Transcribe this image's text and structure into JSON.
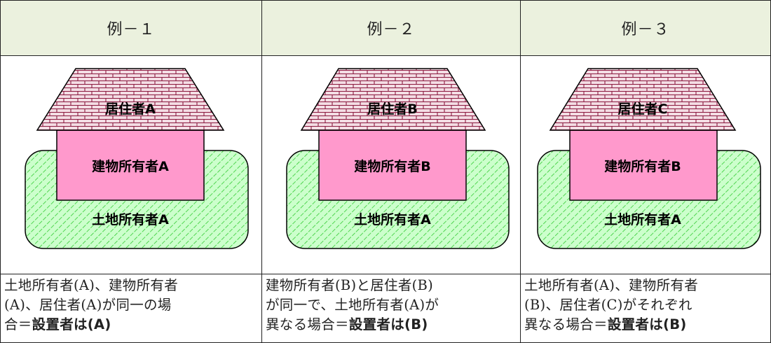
{
  "examples": [
    {
      "header": "例－１",
      "resident": "居住者A",
      "building_owner": "建物所有者A",
      "land_owner": "土地所有者A",
      "desc_line1": "土地所有者(A)、建物所有者",
      "desc_line2": "(A)、居住者(A)が同一の場",
      "desc_line3_plain": "合＝",
      "desc_line3_bold": "設置者は(A)"
    },
    {
      "header": "例－２",
      "resident": "居住者B",
      "building_owner": "建物所有者B",
      "land_owner": "土地所有者A",
      "desc_line1": "建物所有者(B)と居住者(B)",
      "desc_line2": "が同一で、土地所有者(A)が",
      "desc_line3_plain": "異なる場合＝",
      "desc_line3_bold": "設置者は(B)"
    },
    {
      "header": "例－３",
      "resident": "居住者C",
      "building_owner": "建物所有者B",
      "land_owner": "土地所有者A",
      "desc_line1": "土地所有者(A)、建物所有者",
      "desc_line2": "(B)、居住者(C)がそれぞれ",
      "desc_line3_plain": "異なる場合＝",
      "desc_line3_bold": "設置者は(B)"
    }
  ],
  "colors": {
    "header_bg": "#ebf1de",
    "roof_fill": "#f3dde4",
    "roof_brick_lines": "#8c1a40",
    "building_fill": "#ff99cc",
    "land_fill": "#ccffcc",
    "land_hatch": "#33cc33"
  }
}
